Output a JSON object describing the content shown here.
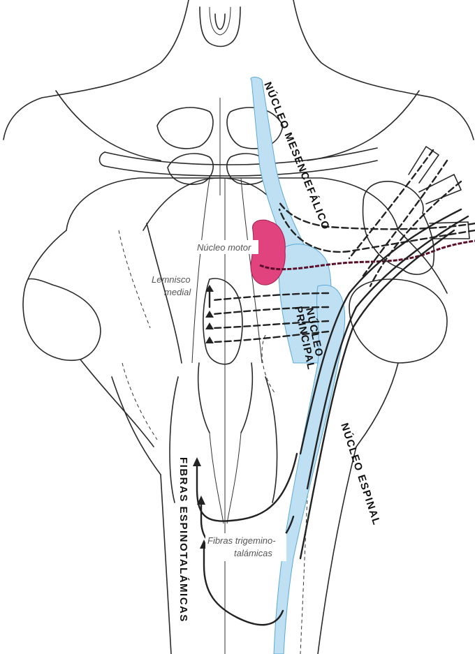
{
  "labels": {
    "mesencephalic": "NÚCLEO MESENCEFÁLICO",
    "motor": "Núcleo motor",
    "lemniscus_line1": "Lemnisco",
    "lemniscus_line2": "medial",
    "principal_line1": "NÚCLEO",
    "principal_line2": "PRINCIPAL",
    "spinal": "NÚCLEO ESPINAL",
    "spinothalamic": "FIBRAS ESPINOTALÁMICAS",
    "trigemino_line1": "Fibras trigemino-",
    "trigemino_line2": "talámicas"
  },
  "colors": {
    "nucleus_fill": "#bfe0f2",
    "nucleus_stroke": "#5aa9d6",
    "motor_nucleus": "#e0437e",
    "motor_fiber": "#5a0e2a",
    "line": "#222222"
  }
}
